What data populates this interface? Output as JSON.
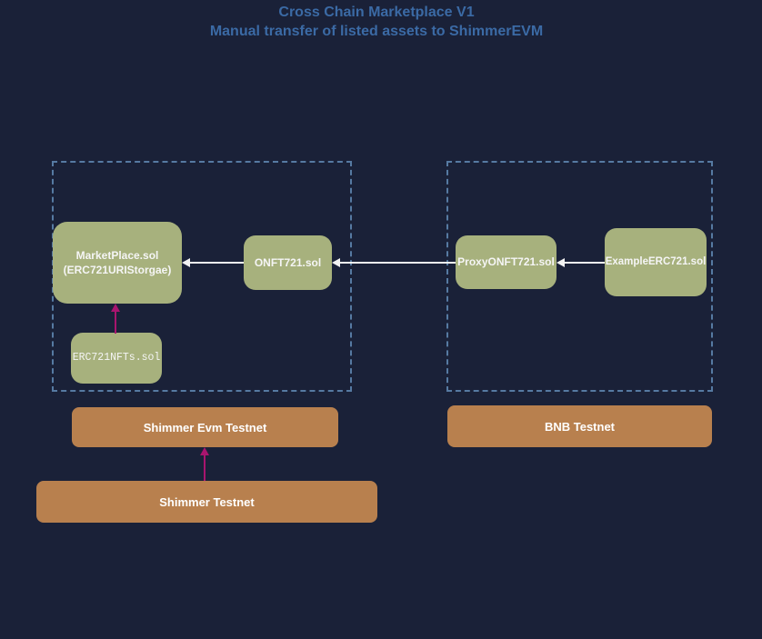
{
  "title": {
    "line1": "Cross Chain Marketplace V1",
    "line2": "Manual transfer of listed assets to ShimmerEVM"
  },
  "nodes": {
    "marketplace": {
      "line1": "MarketPlace.sol",
      "line2": "(ERC721URIStorgae)"
    },
    "onft721": {
      "label": "ONFT721.sol"
    },
    "erc721nfts": {
      "label": "ERC721NFTs.sol"
    },
    "proxy_onft721": {
      "label": "ProxyONFT721.sol"
    },
    "example_erc721": {
      "label": "ExampleERC721.sol"
    }
  },
  "chains": {
    "shimmer_evm": {
      "label": "Shimmer Evm Testnet"
    },
    "bnb": {
      "label": "BNB Testnet"
    },
    "shimmer": {
      "label": "Shimmer Testnet"
    }
  },
  "edges": [
    {
      "from": "onft721",
      "to": "marketplace",
      "style": "white-arrow"
    },
    {
      "from": "proxy_onft721",
      "to": "onft721",
      "style": "white-arrow"
    },
    {
      "from": "example_erc721",
      "to": "proxy_onft721",
      "style": "white-arrow"
    },
    {
      "from": "erc721nfts",
      "to": "marketplace",
      "style": "pink-arrow"
    },
    {
      "from": "shimmer",
      "to": "shimmer_evm",
      "style": "pink-arrow"
    }
  ],
  "colors": {
    "background": "#1a2138",
    "node_fill": "#a7b17d",
    "chain_fill": "#b8804e",
    "container_border": "#567aa2",
    "title_text": "#3b6aa5",
    "arrow_white": "#f2f2f2",
    "arrow_pink": "#a8156e"
  }
}
